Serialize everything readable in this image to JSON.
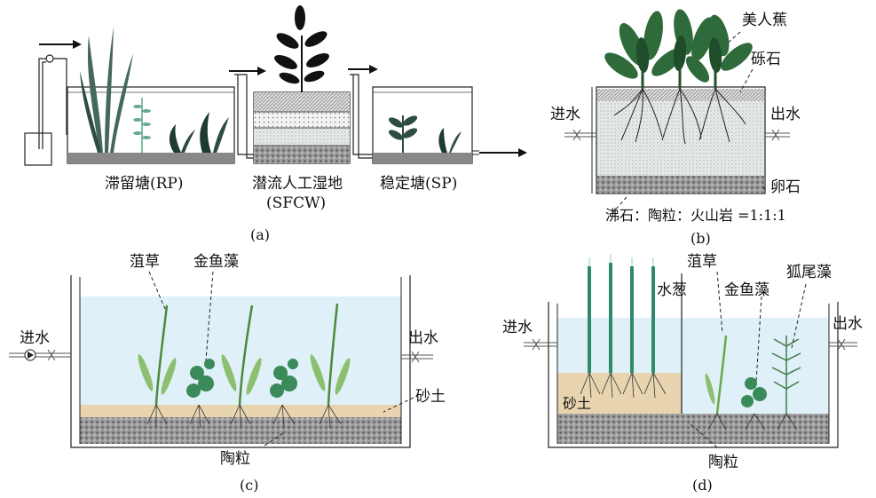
{
  "panel_a": {
    "caption": "(a)",
    "rp_label": "滞留塘(RP)",
    "sfcw_label": "潜流人工湿地",
    "sfcw_abbr": "(SFCW)",
    "sp_label": "稳定塘(SP)"
  },
  "panel_b": {
    "caption": "(b)",
    "plant_label": "美人蕉",
    "gravel_label": "砾石",
    "inlet_label": "进水",
    "outlet_label": "出水",
    "pebble_label": "卵石",
    "media_ratio_label": "沸石：陶粒：火山岩 =1:1:1"
  },
  "panel_c": {
    "caption": "(c)",
    "plant1_label": "菹草",
    "plant2_label": "金鱼藻",
    "inlet_label": "进水",
    "outlet_label": "出水",
    "sand_label": "砂土",
    "ceramsite_label": "陶粒"
  },
  "panel_d": {
    "caption": "(d)",
    "plant0_label": "水葱",
    "plant1_label": "菹草",
    "plant2_label": "金鱼藻",
    "plant3_label": "狐尾藻",
    "inlet_label": "进水",
    "outlet_label": "出水",
    "sand_label": "砂土",
    "ceramsite_label": "陶粒"
  },
  "colors": {
    "water": "#dff0f8",
    "sand": "#e8d5b0",
    "ceramsite": "#8a8a8a",
    "plant_green": "#2e7d4f",
    "dark_plant": "#1d3b30"
  }
}
